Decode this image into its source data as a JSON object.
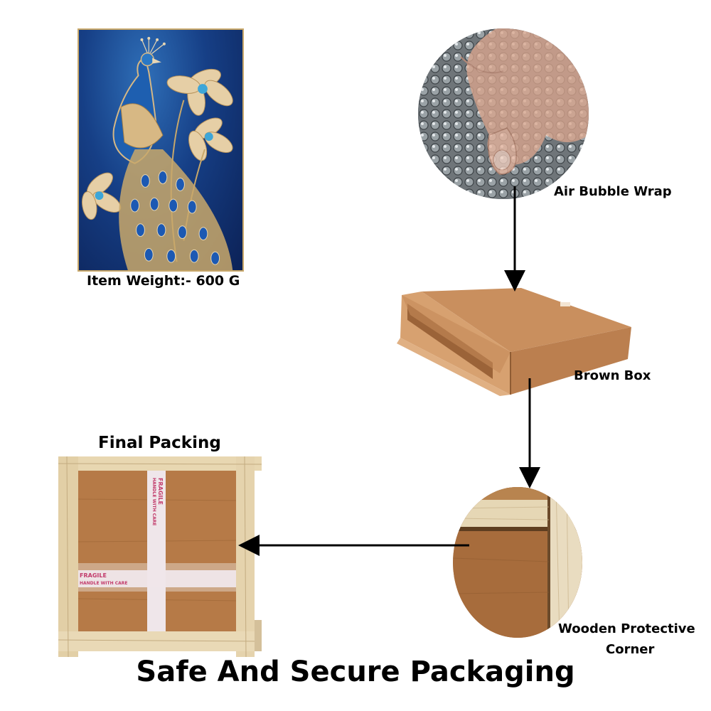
{
  "labels": {
    "item_weight": "Item Weight:- 600 G",
    "bubble_wrap": "Air Bubble Wrap",
    "brown_box": "Brown Box",
    "final_packing": "Final Packing",
    "wooden_corner_line1": "Wooden Protective",
    "wooden_corner_line2": "Corner",
    "headline": "Safe And Secure Packaging"
  },
  "tape": {
    "word1": "FRAGILE",
    "word2": "HANDLE WITH CARE"
  },
  "colors": {
    "artwork_blue": "#163f86",
    "artwork_gold": "#d7b884",
    "cardboard": "#c98f5e",
    "wood": "#e6d3ad",
    "tape_pink": "#c23b6b"
  }
}
